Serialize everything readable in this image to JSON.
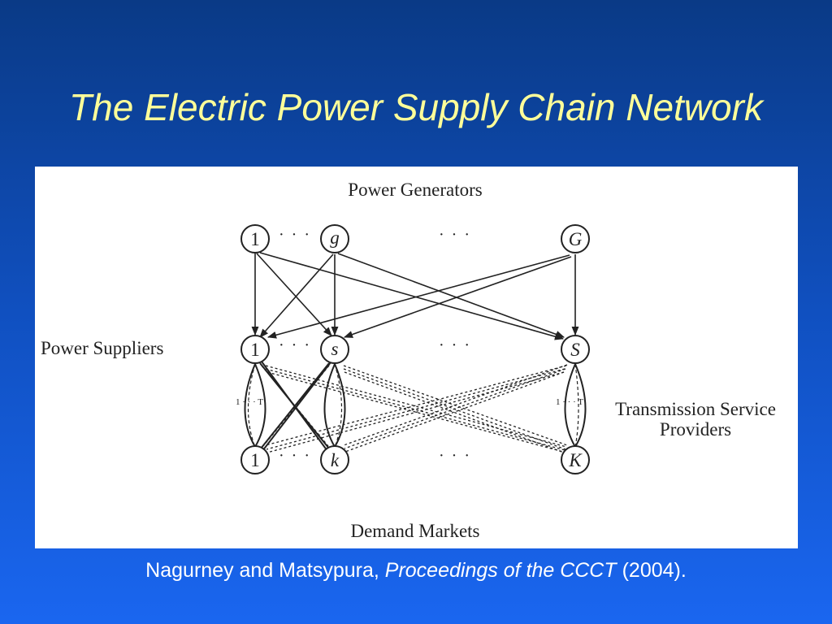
{
  "slide": {
    "title": "The Electric Power Supply Chain Network"
  },
  "diagram": {
    "tiers": {
      "top": "Power Generators",
      "middle": "Power Suppliers",
      "right_line1": "Transmission Service",
      "right_line2": "Providers",
      "bottom": "Demand Markets"
    },
    "generators": [
      "1",
      "g",
      "G"
    ],
    "suppliers": [
      "1",
      "s",
      "S"
    ],
    "markets": [
      "1",
      "k",
      "K"
    ],
    "ellipsis": "· · ·",
    "mode_label": "1 · · · T"
  },
  "citation": {
    "authors": "Nagurney and Matsypura, ",
    "venue": "Proceedings of the CCCT",
    "year": " (2004)."
  }
}
